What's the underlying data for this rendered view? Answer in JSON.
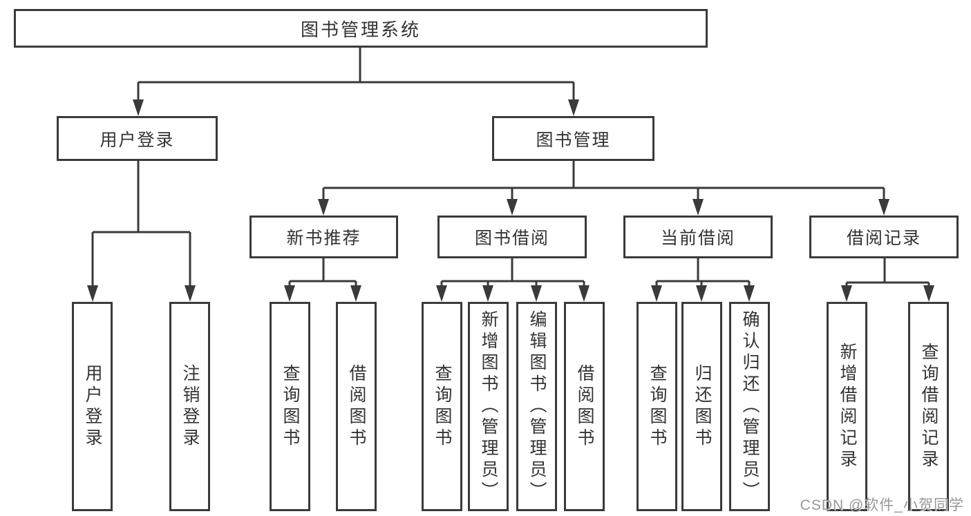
{
  "tree": {
    "root": "图书管理系统",
    "branches": [
      {
        "label": "用户登录",
        "children": [
          "用户登录",
          "注销登录"
        ]
      },
      {
        "label": "图书管理",
        "sections": [
          {
            "label": "新书推荐",
            "children": [
              "查询图书",
              "借阅图书"
            ]
          },
          {
            "label": "图书借阅",
            "children": [
              "查询图书",
              "新增图书（管理员）",
              "编辑图书（管理员）",
              "借阅图书"
            ]
          },
          {
            "label": "当前借阅",
            "children": [
              "查询图书",
              "归还图书",
              "确认归还（管理员）"
            ]
          },
          {
            "label": "借阅记录",
            "children": [
              "新增借阅记录",
              "查询借阅记录"
            ]
          }
        ]
      }
    ]
  },
  "watermark": "CSDN @软件_小贺同学",
  "colors": {
    "line": "#3a3a3a",
    "text": "#333333",
    "background": "#ffffff",
    "watermark": "#919191"
  }
}
